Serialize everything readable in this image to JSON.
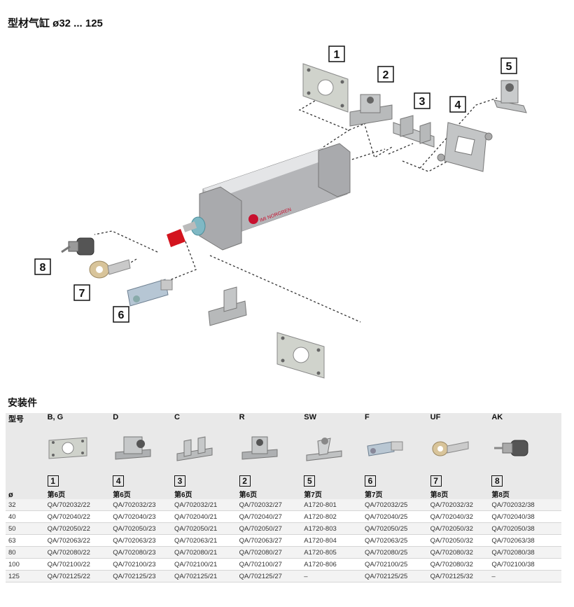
{
  "title": "型材气缸 ø32 ... 125",
  "diagram": {
    "callouts": [
      "1",
      "2",
      "3",
      "4",
      "5",
      "6",
      "7",
      "8"
    ],
    "brand_text": "IMI NORGREN"
  },
  "section_title": "安装件",
  "table": {
    "model_label": "型号",
    "diameter_label": "ø",
    "columns": [
      {
        "code": "B, G",
        "num": "1",
        "page": "第6页",
        "icon": "flange-plate-icon"
      },
      {
        "code": "D",
        "num": "4",
        "page": "第6页",
        "icon": "trunnion-flange-icon"
      },
      {
        "code": "C",
        "num": "3",
        "page": "第6页",
        "icon": "foot-bracket-icon"
      },
      {
        "code": "R",
        "num": "2",
        "page": "第6页",
        "icon": "clevis-bracket-icon"
      },
      {
        "code": "SW",
        "num": "5",
        "page": "第7页",
        "icon": "swivel-bracket-icon"
      },
      {
        "code": "F",
        "num": "6",
        "page": "第7页",
        "icon": "fork-clevis-icon"
      },
      {
        "code": "UF",
        "num": "7",
        "page": "第8页",
        "icon": "rod-eye-icon"
      },
      {
        "code": "AK",
        "num": "8",
        "page": "第8页",
        "icon": "alignment-coupler-icon"
      }
    ],
    "rows": [
      {
        "d": "32",
        "cells": [
          "QA/702032/22",
          "QA/702032/23",
          "QA/702032/21",
          "QA/702032/27",
          "A1720-801",
          "QA/702032/25",
          "QA/702032/32",
          "QA/702032/38"
        ]
      },
      {
        "d": "40",
        "cells": [
          "QA/702040/22",
          "QA/702040/23",
          "QA/702040/21",
          "QA/702040/27",
          "A1720-802",
          "QA/702040/25",
          "QA/702040/32",
          "QA/702040/38"
        ]
      },
      {
        "d": "50",
        "cells": [
          "QA/702050/22",
          "QA/702050/23",
          "QA/702050/21",
          "QA/702050/27",
          "A1720-803",
          "QA/702050/25",
          "QA/702050/32",
          "QA/702050/38"
        ]
      },
      {
        "d": "63",
        "cells": [
          "QA/702063/22",
          "QA/702063/23",
          "QA/702063/21",
          "QA/702063/27",
          "A1720-804",
          "QA/702063/25",
          "QA/702050/32",
          "QA/702063/38"
        ]
      },
      {
        "d": "80",
        "cells": [
          "QA/702080/22",
          "QA/702080/23",
          "QA/702080/21",
          "QA/702080/27",
          "A1720-805",
          "QA/702080/25",
          "QA/702080/32",
          "QA/702080/38"
        ]
      },
      {
        "d": "100",
        "cells": [
          "QA/702100/22",
          "QA/702100/23",
          "QA/702100/21",
          "QA/702100/27",
          "A1720-806",
          "QA/702100/25",
          "QA/702080/32",
          "QA/702100/38"
        ]
      },
      {
        "d": "125",
        "cells": [
          "QA/702125/22",
          "QA/702125/23",
          "QA/702125/21",
          "QA/702125/27",
          "–",
          "QA/702125/25",
          "QA/702125/32",
          "–"
        ]
      }
    ]
  }
}
